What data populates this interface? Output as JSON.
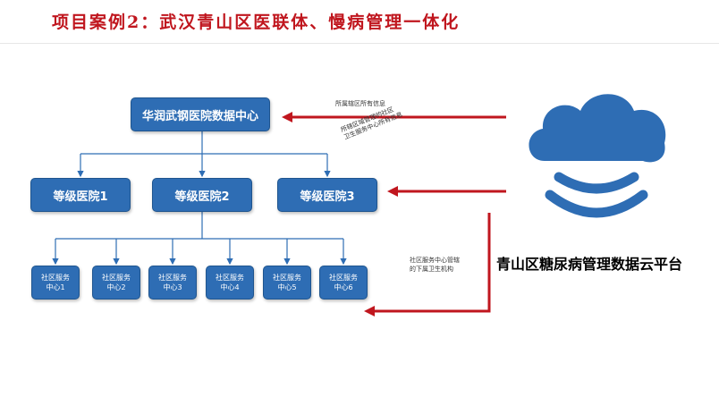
{
  "title": "项目案例2：武汉青山区医联体、慢病管理一体化",
  "data_center": "华润武钢医院数据中心",
  "hospitals": [
    "等级医院1",
    "等级医院2",
    "等级医院3"
  ],
  "community_centers": [
    {
      "line1": "社区服务",
      "line2": "中心1"
    },
    {
      "line1": "社区服务",
      "line2": "中心2"
    },
    {
      "line1": "社区服务",
      "line2": "中心3"
    },
    {
      "line1": "社区服务",
      "line2": "中心4"
    },
    {
      "line1": "社区服务",
      "line2": "中心5"
    },
    {
      "line1": "社区服务",
      "line2": "中心6"
    }
  ],
  "annotations": {
    "note_all_info": "所属辖区所有信息",
    "note_managed_line1": "所辖区域管理的社区",
    "note_managed_line2": "卫生服务中心所有信息",
    "note_subordinate_line1": "社区服务中心管辖",
    "note_subordinate_line2": "的下属卫生机构"
  },
  "platform": {
    "label": "青山区糖尿病管理数据云平台",
    "icon": "cloud-signal-icon"
  },
  "colors": {
    "title": "#c0161e",
    "box": "#2e6db4",
    "arrow": "#c0161e",
    "connector": "#2e6db4",
    "cloud": "#2e6db4"
  }
}
